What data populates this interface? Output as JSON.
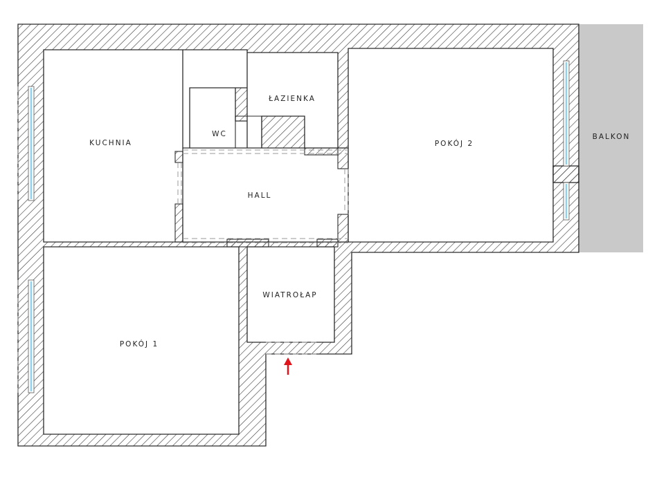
{
  "rooms": {
    "kuchnia": "KUCHNIA",
    "wc": "WC",
    "lazienka": "ŁAZIENKA",
    "pokoj2": "POKÓJ 2",
    "balkon": "BALKON",
    "hall": "HALL",
    "wiatrolap": "WIATROŁAP",
    "pokoj1": "POKÓJ 1"
  },
  "colors": {
    "wall_stroke": "#2a2a2a",
    "hatch": "#3a3a3a",
    "window_glass": "#8fd0ea",
    "balcony_fill": "#c9c9c9",
    "entrance_arrow": "#e0141a",
    "opening_dash": "#9a9a9a"
  }
}
